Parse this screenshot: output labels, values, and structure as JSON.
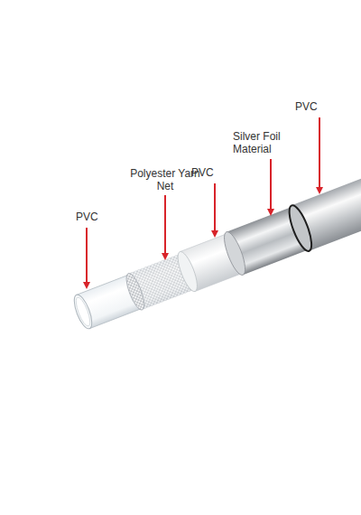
{
  "diagram": {
    "labels": [
      "PVC",
      "Polyester Yarn Net",
      "PVC",
      "Silver Foil Material",
      "PVC"
    ]
  }
}
